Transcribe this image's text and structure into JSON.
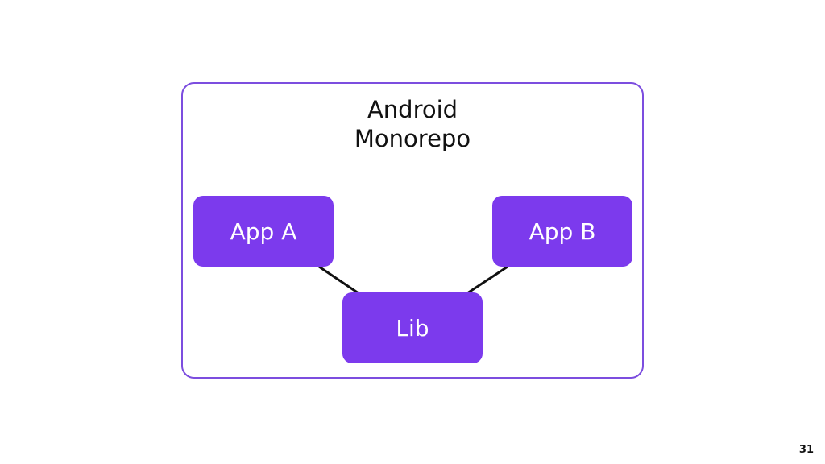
{
  "diagram": {
    "container": {
      "title_line1": "Android",
      "title_line2": "Monorepo",
      "border_color": "#7c4ddf"
    },
    "nodes": {
      "app_a": "App A",
      "app_b": "App B",
      "lib": "Lib"
    },
    "node_color": "#7c3aed",
    "edges": [
      {
        "from": "App A",
        "to": "Lib"
      },
      {
        "from": "App B",
        "to": "Lib"
      }
    ]
  },
  "footer": {
    "page_number": "31"
  }
}
